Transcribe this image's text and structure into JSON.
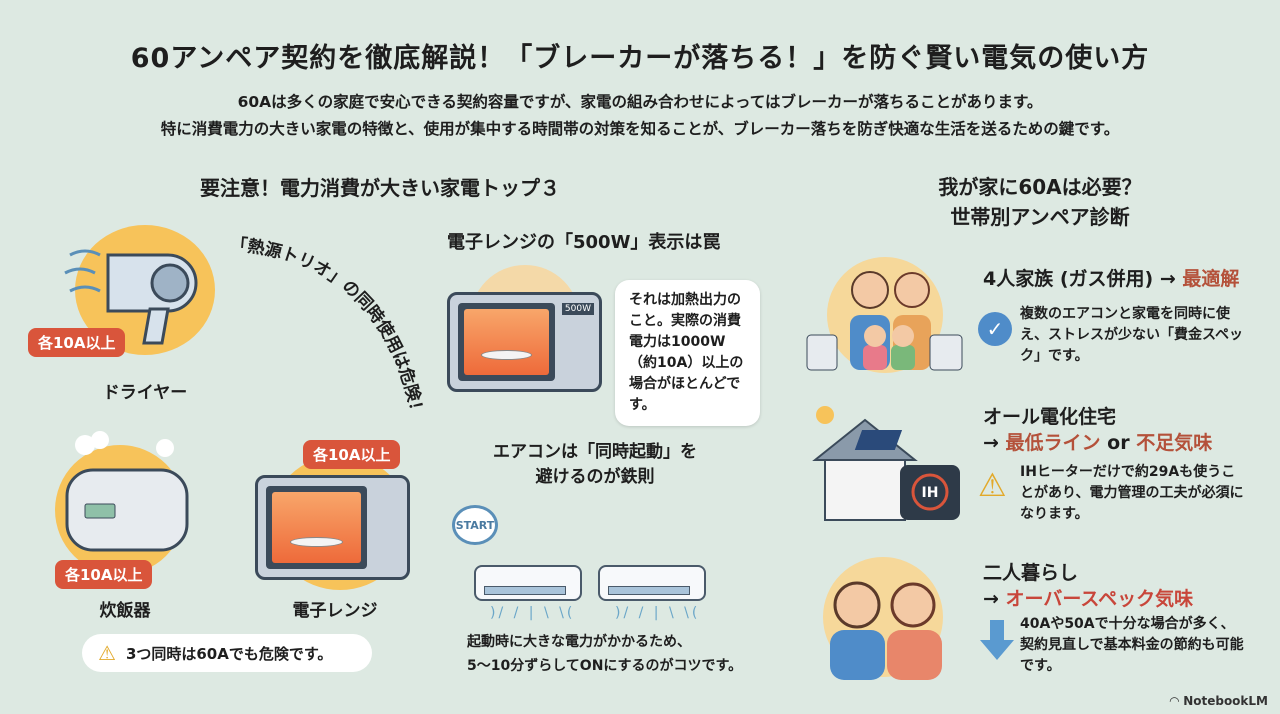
{
  "title": "60アンペア契約を徹底解説！「ブレーカーが落ちる！」を防ぐ賢い電気の使い方",
  "subtitle": [
    "60Aは多くの家庭で安心できる契約容量ですが、家電の組み合わせによってはブレーカーが落ちることがあります。",
    "特に消費電力の大きい家電の特徴と、使用が集中する時間帯の対策を知ることが、ブレーカー落ちを防ぎ快適な生活を送るための鍵です。"
  ],
  "left": {
    "heading": "要注意！電力消費が大きい家電トップ３",
    "curved_text": "「熱源トリオ」の同時使用は危険！",
    "appliances": [
      {
        "label": "ドライヤー",
        "badge": "各10A以上"
      },
      {
        "label": "炊飯器",
        "badge": "各10A以上"
      },
      {
        "label": "電子レンジ",
        "badge": "各10A以上"
      }
    ],
    "warning": "3つ同時は60Aでも危険です。"
  },
  "middle": {
    "microwave_heading": "電子レンジの「500W」表示は罠",
    "microwave_display": "500W",
    "microwave_bubble": "それは加熱出力のこと。実際の消費電力は1000W（約10A）以上の場合がほとんどです。",
    "ac_heading": [
      "エアコンは「同時起動」を",
      "避けるのが鉄則"
    ],
    "start_label": "START",
    "ac_text": [
      "起動時に大きな電力がかかるため、",
      "5〜10分ずらしてONにするのがコツです。"
    ]
  },
  "right": {
    "heading": [
      "我が家に60Aは必要？",
      "世帯別アンペア診断"
    ],
    "cases": [
      {
        "title": "4人家族 (ガス併用) → ",
        "verdict": "最適解",
        "icon": "check-icon",
        "text": "複数のエアコンと家電を同時に使え、ストレスが少ない「費金スペック」です。"
      },
      {
        "title": "オール電化住宅",
        "arrow": "→ ",
        "verdict": "最低ライン",
        "mid": " or ",
        "verdict2": "不足気味",
        "icon": "warning-icon",
        "panel_label": "IH",
        "text": "IHヒーターだけで約29Aも使うことがあり、電力管理の工夫が必須になります。"
      },
      {
        "title": "二人暮らし",
        "arrow": "→ ",
        "verdict": "オーバースペック気味",
        "icon": "arrow-down-icon",
        "text": "40Aや50Aで十分な場合が多く、契約見直しで基本料金の節約も可能です。"
      }
    ]
  },
  "brand": "NotebookLM",
  "colors": {
    "background": "#dde9e2",
    "accent": "#b4513a",
    "badge": "#d9553b",
    "circle": "#f7c35a",
    "blue": "#4f8cc9"
  }
}
